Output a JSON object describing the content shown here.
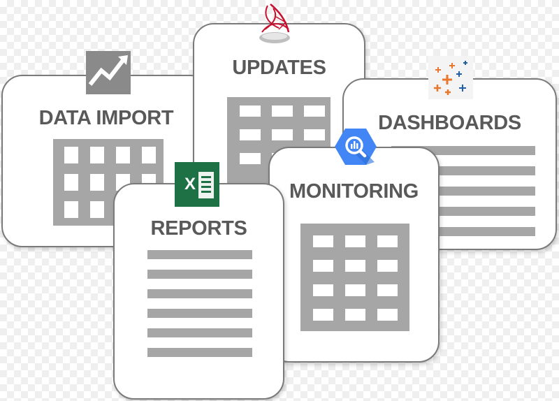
{
  "cards": {
    "data_import": {
      "title": "DATA IMPORT"
    },
    "updates": {
      "title": "UPDATES"
    },
    "dashboards": {
      "title": "DASHBOARDS"
    },
    "monitoring": {
      "title": "MONITORING"
    },
    "reports": {
      "title": "REPORTS"
    }
  },
  "icons": {
    "data_import": "chart-trend-icon",
    "updates": "sql-server-icon",
    "dashboards": "tableau-icon",
    "monitoring": "bigquery-icon",
    "reports": "excel-icon"
  },
  "icon_labels": {
    "excel": "X"
  },
  "colors": {
    "card_border": "#7a7a7a",
    "title_text": "#595959",
    "grid_gray": "#a6a6a6",
    "excel_green": "#1e7145",
    "bigquery_blue": "#4285f4",
    "sql_red": "#c8102e"
  }
}
